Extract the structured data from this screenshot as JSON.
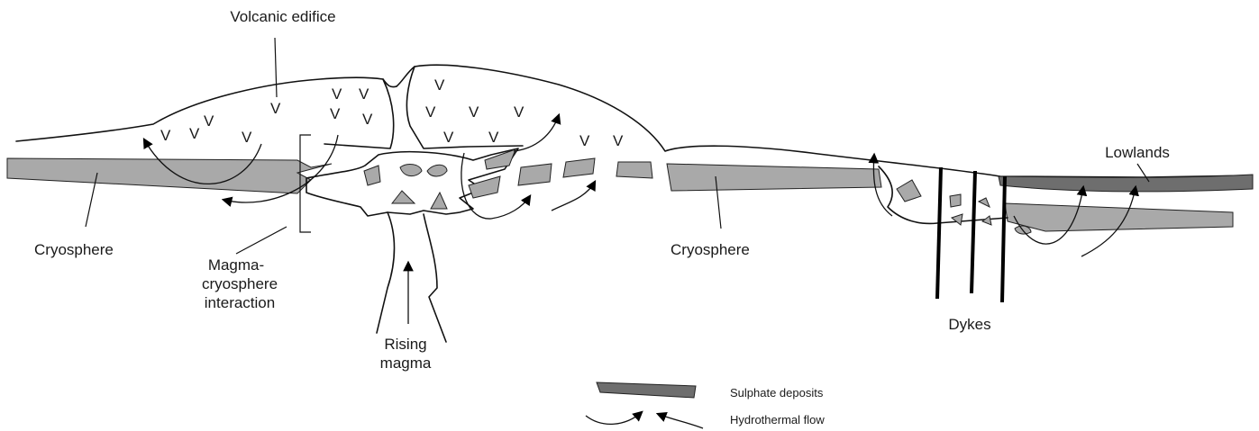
{
  "labels": {
    "volcanic_edifice": "Volcanic edifice",
    "cryosphere_left": "Cryosphere",
    "magma_interaction_1": "Magma-",
    "magma_interaction_2": "cryosphere",
    "magma_interaction_3": "interaction",
    "rising_magma_1": "Rising",
    "rising_magma_2": "magma",
    "cryosphere_right": "Cryosphere",
    "dykes": "Dykes",
    "lowlands": "Lowlands",
    "v_mark": "V"
  },
  "legend": {
    "sulphate": "Sulphate deposits",
    "hydrothermal": "Hydrothermal flow"
  },
  "colors": {
    "cryosphere_fill": "#a9a9a9",
    "sulphate_fill": "#6e6e6e",
    "outline": "#111111"
  }
}
